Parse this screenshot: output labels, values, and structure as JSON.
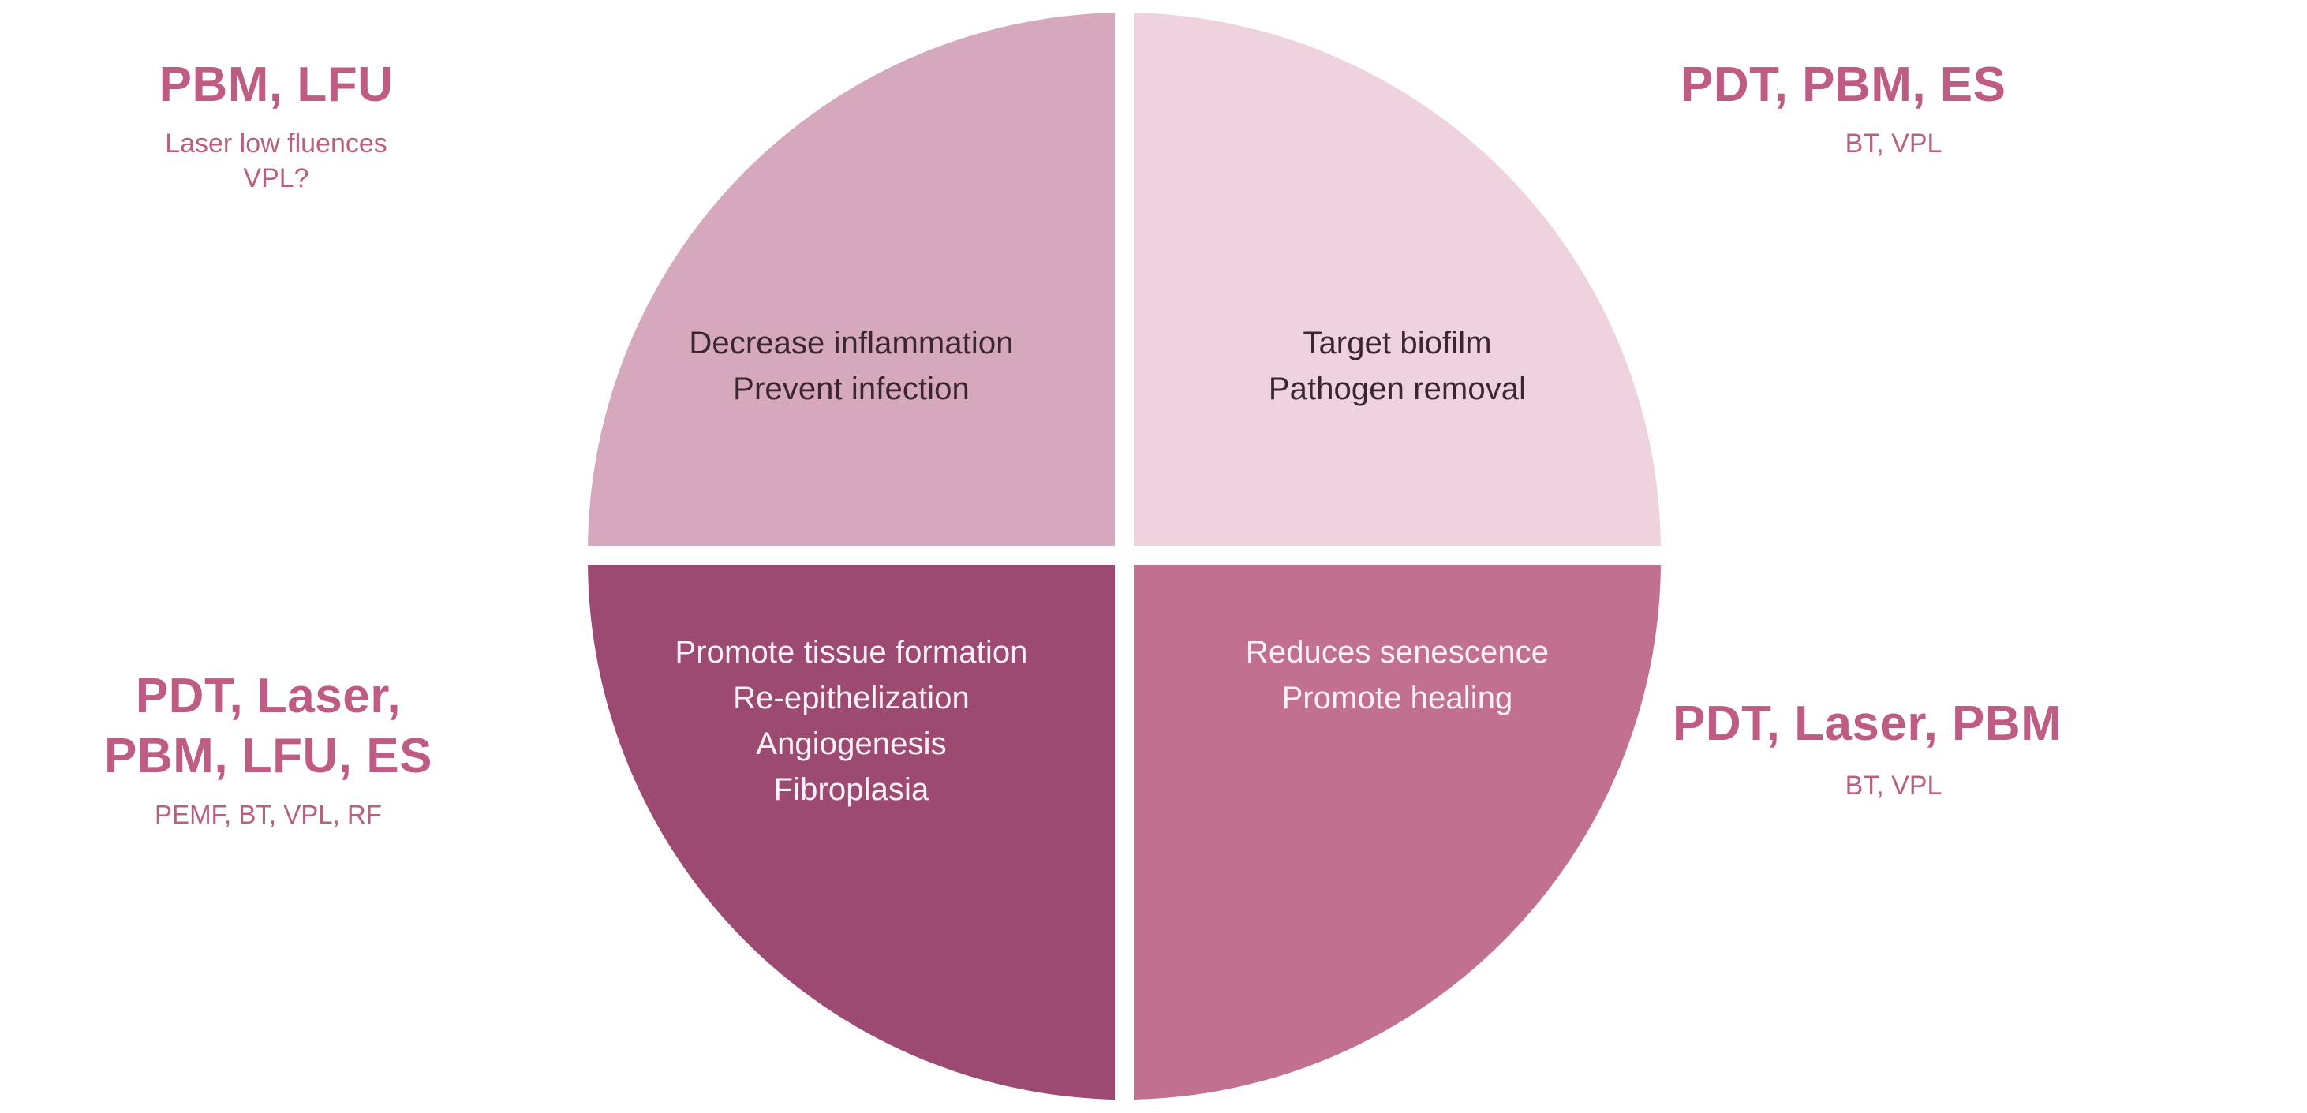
{
  "figure": {
    "background": "#ffffff",
    "annotation_color": "#bf5c83",
    "annotation_sub_color": "#b9607f",
    "dark_text_color": "#3b2630",
    "light_text_color": "#fdf3f7"
  },
  "chart_data": {
    "type": "pie",
    "title": "",
    "subtitle": "",
    "xlabel": "",
    "ylabel": "",
    "grid": false,
    "legend": "none",
    "slice_gap_deg": 1.2,
    "categories": [
      "Decrease inflammation / Prevent infection",
      "Target biofilm / Pathogen removal",
      "Reduces senescence / Promote healing",
      "Promote tissue formation / Re-epithelization / Angiogenesis / Fibroplasia"
    ],
    "values": [
      25,
      25,
      25,
      25
    ],
    "colors": [
      "#d5a8bd",
      "#eed2dd",
      "#c2708f",
      "#9c4a72"
    ],
    "slices": [
      {
        "position": "top-left",
        "color": "#d5a8bd",
        "value": 25,
        "text_color": "#3b2630",
        "lines": [
          "Decrease inflammation",
          "Prevent infection"
        ],
        "annotation_main": "PBM, LFU",
        "annotation_sub": "Laser low fluences\nVPL?"
      },
      {
        "position": "top-right",
        "color": "#eed2dd",
        "value": 25,
        "text_color": "#3b2630",
        "lines": [
          "Target biofilm",
          "Pathogen removal"
        ],
        "annotation_main": "PDT, PBM, ES",
        "annotation_sub": "BT, VPL"
      },
      {
        "position": "bottom-left",
        "color": "#9c4a72",
        "value": 25,
        "text_color": "#fdf3f7",
        "lines": [
          "Promote tissue formation",
          "Re-epithelization",
          "Angiogenesis",
          "Fibroplasia"
        ],
        "annotation_main": "PDT, Laser,\nPBM, LFU, ES",
        "annotation_sub": "PEMF, BT, VPL, RF"
      },
      {
        "position": "bottom-right",
        "color": "#c2708f",
        "value": 25,
        "text_color": "#fdf3f7",
        "lines": [
          "Reduces senescence",
          "Promote healing"
        ],
        "annotation_main": "PDT, Laser, PBM",
        "annotation_sub": "BT, VPL"
      }
    ]
  },
  "quadrants": {
    "top_left": {
      "line1": "Decrease inflammation",
      "line2": "Prevent infection",
      "color": "#d5a8bd"
    },
    "top_right": {
      "line1": "Target biofilm",
      "line2": "Pathogen removal",
      "color": "#eed2dd"
    },
    "bottom_left": {
      "line1": "Promote tissue formation",
      "line2": "Re-epithelization",
      "line3": "Angiogenesis",
      "line4": "Fibroplasia",
      "color": "#9c4a72"
    },
    "bottom_right": {
      "line1": "Reduces senescence",
      "line2": "Promote healing",
      "color": "#c2708f"
    }
  },
  "annotations": {
    "top_left": {
      "main": "PBM, LFU",
      "sub_line1": "Laser low fluences",
      "sub_line2": "VPL?"
    },
    "top_right": {
      "main": "PDT, PBM, ES",
      "sub_line1": "BT, VPL"
    },
    "bottom_left": {
      "main_line1": "PDT, Laser,",
      "main_line2": "PBM, LFU, ES",
      "sub_line1": "PEMF, BT, VPL, RF"
    },
    "bottom_right": {
      "main": "PDT, Laser, PBM",
      "sub_line1": "BT, VPL"
    }
  }
}
